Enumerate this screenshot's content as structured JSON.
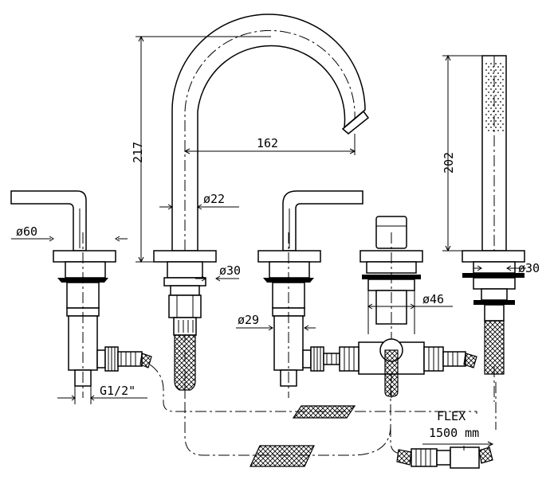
{
  "dimensions": {
    "spout_height": "217",
    "spout_reach": "162",
    "spout_diameter": "ø22",
    "base_diameter": "ø30",
    "lever_base_diameter": "ø60",
    "valve_body_diameter": "ø29",
    "diverter_diameter": "ø46",
    "handshower_length": "202",
    "handshower_base_diameter": "ø30",
    "thread_size": "G1/2\""
  },
  "hose": {
    "label": "FLEX",
    "length": "1500 mm"
  }
}
